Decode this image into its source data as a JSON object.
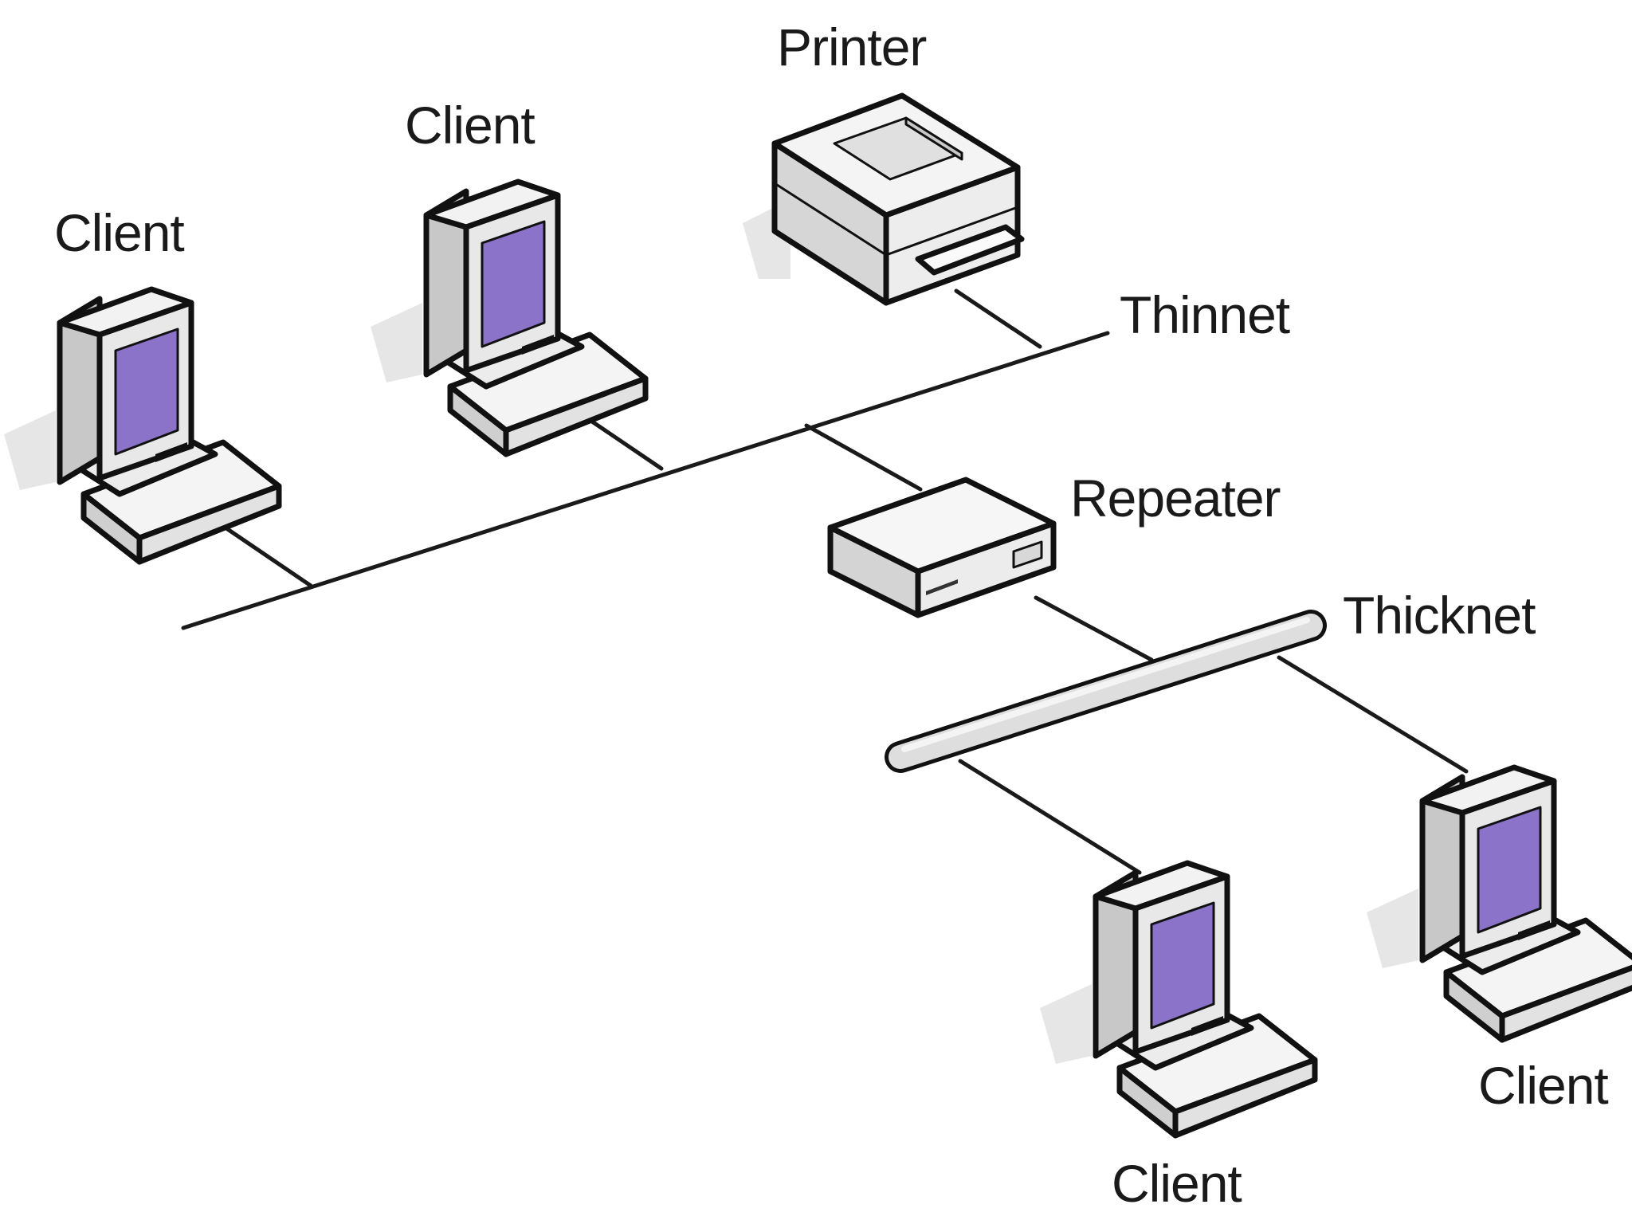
{
  "labels": {
    "printer": "Printer",
    "client_top_middle": "Client",
    "client_top_left": "Client",
    "thinnet": "Thinnet",
    "repeater": "Repeater",
    "thicknet": "Thicknet",
    "client_bottom_right": "Client",
    "client_bottom_middle": "Client"
  },
  "colors": {
    "screen": "#8a73c9",
    "casing_light": "#f2f2f2",
    "casing_mid": "#dcdcdc",
    "casing_dark": "#b8b8b8",
    "outline": "#111111",
    "thicknet_fill": "#dedede",
    "shadow": "#e6e6e6"
  },
  "icons": {
    "computer": "computer-icon",
    "printer": "printer-icon",
    "repeater": "repeater-icon"
  }
}
